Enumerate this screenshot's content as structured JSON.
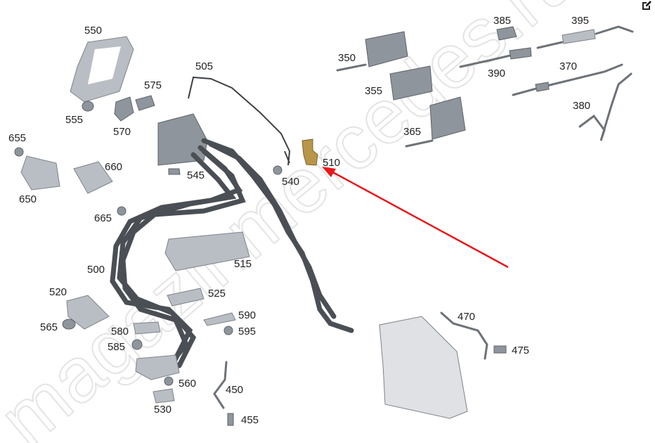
{
  "diagram": {
    "title": "Parts diagram",
    "watermark": "magazinmercedes.ru",
    "highlighted_part": "510",
    "arrow_color": "#e8171b",
    "highlight_color": "#b89548",
    "labels": {
      "p550": "550",
      "p555": "555",
      "p570": "570",
      "p575": "575",
      "p505": "505",
      "p655": "655",
      "p650": "650",
      "p660": "660",
      "p665": "665",
      "p545": "545",
      "p540": "540",
      "p510": "510",
      "p350": "350",
      "p355": "355",
      "p365": "365",
      "p385": "385",
      "p390": "390",
      "p395": "395",
      "p370": "370",
      "p380": "380",
      "p500": "500",
      "p515": "515",
      "p520": "520",
      "p525": "525",
      "p590": "590",
      "p595": "595",
      "p565": "565",
      "p580": "580",
      "p585": "585",
      "p560": "560",
      "p530": "530",
      "p450": "450",
      "p455": "455",
      "p470": "470",
      "p475": "475"
    }
  },
  "toolbar": {
    "edit_icon": "edit-icon"
  }
}
